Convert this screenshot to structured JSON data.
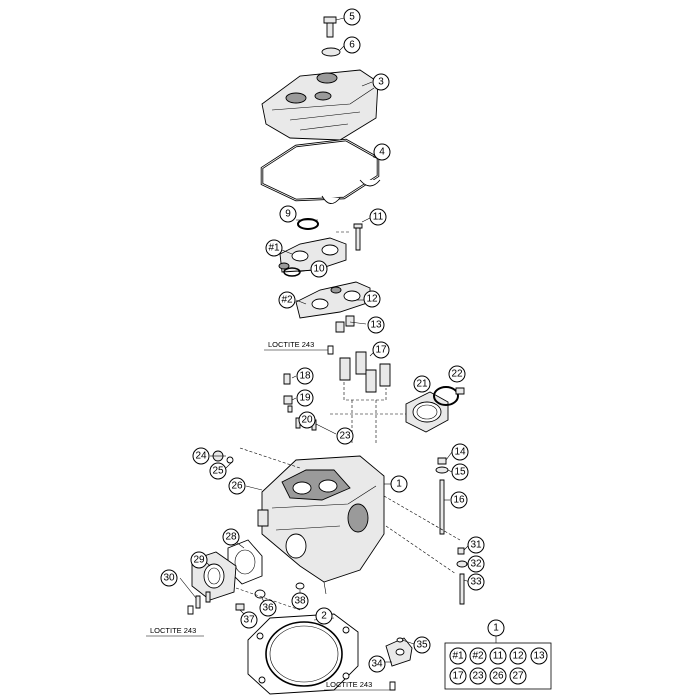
{
  "callouts": {
    "c5": "5",
    "c6": "6",
    "c3": "3",
    "c4": "4",
    "c9": "9",
    "c11": "11",
    "c1a": "#1",
    "c10": "10",
    "c2a": "#2",
    "c12": "12",
    "c13": "13",
    "c18": "18",
    "c17": "17",
    "c21": "21",
    "c22": "22",
    "c19": "19",
    "c20": "20",
    "c23": "23",
    "c24": "24",
    "c14": "14",
    "c25": "25",
    "c15": "15",
    "c26": "26",
    "c1": "1",
    "c16": "16",
    "c28": "28",
    "c31": "31",
    "c29": "29",
    "c32": "32",
    "c33": "33",
    "c30": "30",
    "c36": "36",
    "c38": "38",
    "c2": "2",
    "c37": "37",
    "c35": "35",
    "c34": "34",
    "ckit": "1"
  },
  "loctite_labels": {
    "upper": "LOCTITE 243",
    "left": "LOCTITE 243",
    "bottom": "LOCTITE 243"
  },
  "kit_items": [
    "#1",
    "#2",
    "11",
    "12",
    "13",
    "17",
    "23",
    "26",
    "27"
  ]
}
